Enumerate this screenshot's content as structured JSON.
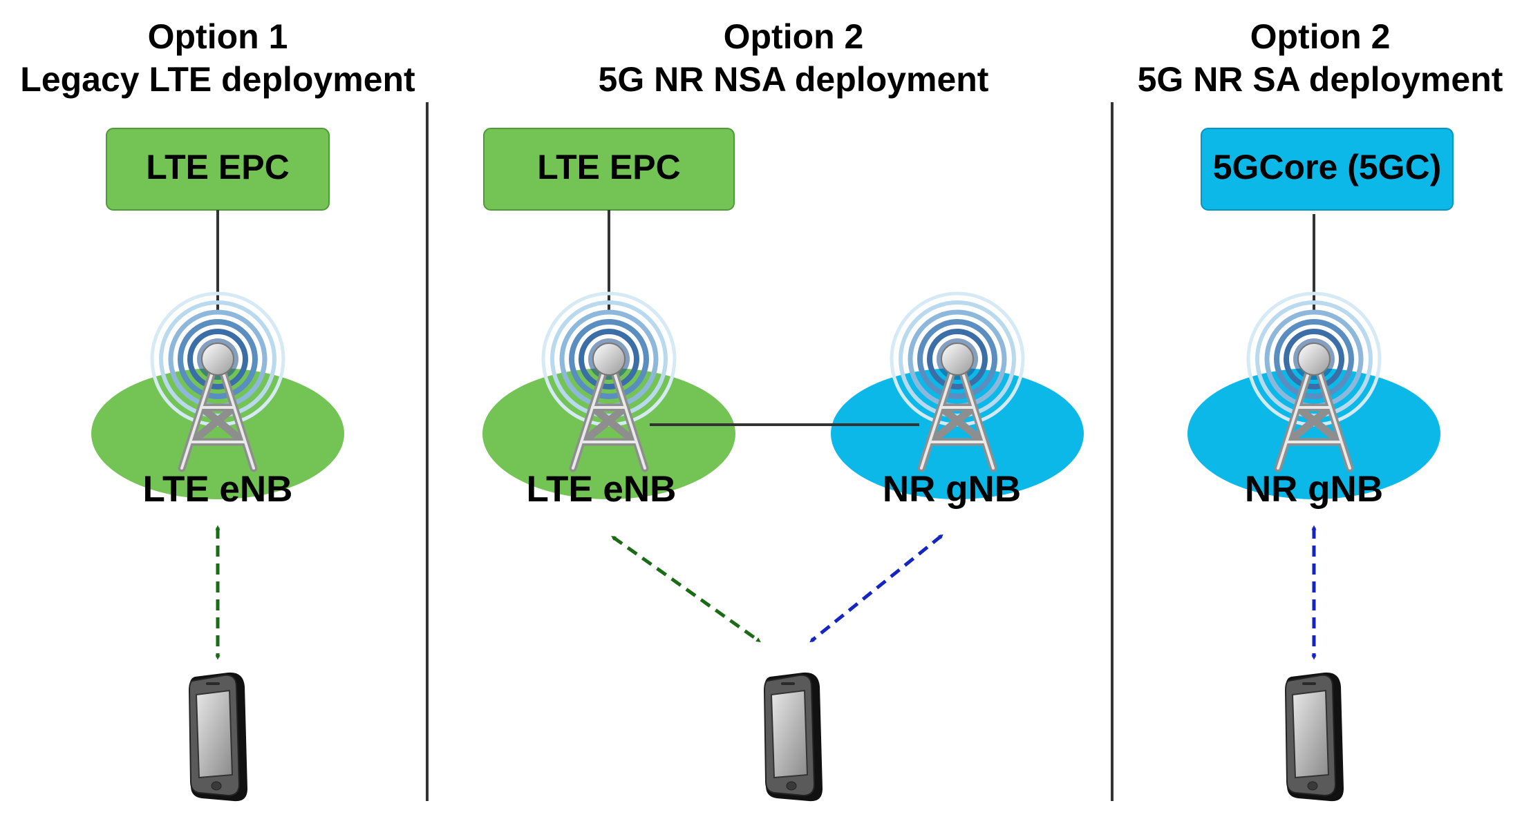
{
  "sections": [
    {
      "title_line1": "Option 1",
      "title_line2": "Legacy LTE deployment"
    },
    {
      "title_line1": "Option 2",
      "title_line2": "5G NR NSA deployment"
    },
    {
      "title_line1": "Option 2",
      "title_line2": "5G NR SA deployment"
    }
  ],
  "core_nodes": {
    "lte_epc_1": "LTE EPC",
    "lte_epc_2": "LTE EPC",
    "fivegc": "5GCore (5GC)"
  },
  "radio_nodes": {
    "lte_enb_1": "LTE eNB",
    "lte_enb_2": "LTE eNB",
    "nr_gnb_2": "NR gNB",
    "nr_gnb_3": "NR gNB"
  },
  "colors": {
    "lte_green": "#74c455",
    "lte_green_border": "#4e9a37",
    "nr_blue": "#0bb8e8",
    "nr_blue_border": "#0794c0",
    "link_green": "#1b6b16",
    "link_blue": "#1525c4",
    "line_dark": "#333333"
  },
  "icons": [
    "cell-tower-icon",
    "smartphone-icon",
    "double-arrow-icon"
  ]
}
